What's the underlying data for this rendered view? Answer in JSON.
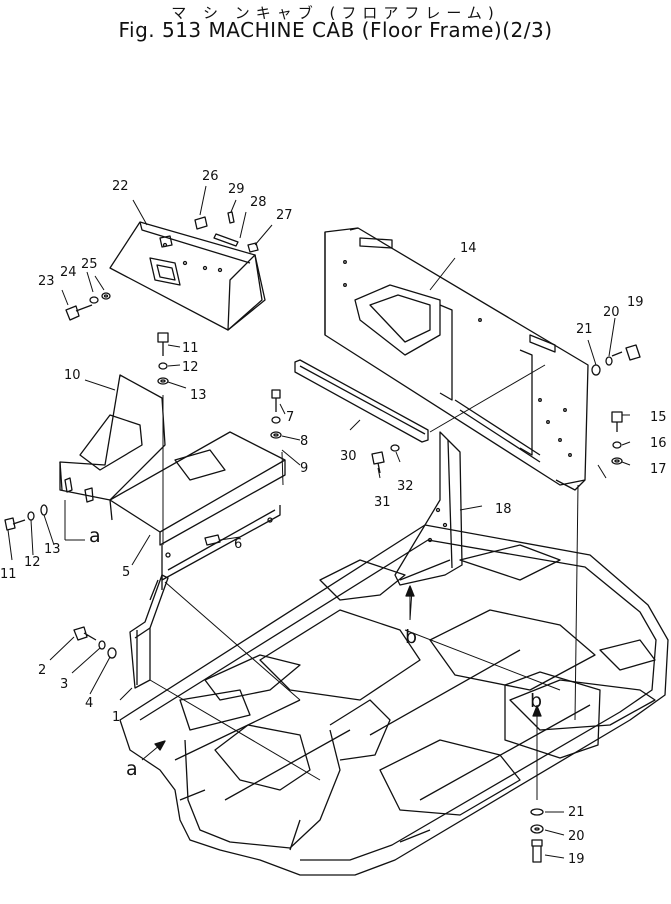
{
  "title": {
    "japanese": "マ シ ンキャブ (フロアフレーム)",
    "english": "Fig. 513 MACHINE CAB (Floor Frame)(2/3)"
  },
  "diagram": {
    "callouts": [
      {
        "id": "c1",
        "label": "1"
      },
      {
        "id": "c2",
        "label": "2"
      },
      {
        "id": "c3",
        "label": "3"
      },
      {
        "id": "c4",
        "label": "4"
      },
      {
        "id": "c5",
        "label": "5"
      },
      {
        "id": "c6",
        "label": "6"
      },
      {
        "id": "c7",
        "label": "7"
      },
      {
        "id": "c8",
        "label": "8"
      },
      {
        "id": "c9",
        "label": "9"
      },
      {
        "id": "c10",
        "label": "10"
      },
      {
        "id": "c11a",
        "label": "11"
      },
      {
        "id": "c11b",
        "label": "11"
      },
      {
        "id": "c12a",
        "label": "12"
      },
      {
        "id": "c12b",
        "label": "12"
      },
      {
        "id": "c13a",
        "label": "13"
      },
      {
        "id": "c13b",
        "label": "13"
      },
      {
        "id": "c14",
        "label": "14"
      },
      {
        "id": "c15",
        "label": "15"
      },
      {
        "id": "c16",
        "label": "16"
      },
      {
        "id": "c17",
        "label": "17"
      },
      {
        "id": "c18",
        "label": "18"
      },
      {
        "id": "c19a",
        "label": "19"
      },
      {
        "id": "c19b",
        "label": "19"
      },
      {
        "id": "c20a",
        "label": "20"
      },
      {
        "id": "c20b",
        "label": "20"
      },
      {
        "id": "c21a",
        "label": "21"
      },
      {
        "id": "c21b",
        "label": "21"
      },
      {
        "id": "c22",
        "label": "22"
      },
      {
        "id": "c23",
        "label": "23"
      },
      {
        "id": "c24",
        "label": "24"
      },
      {
        "id": "c25",
        "label": "25"
      },
      {
        "id": "c26",
        "label": "26"
      },
      {
        "id": "c27",
        "label": "27"
      },
      {
        "id": "c28",
        "label": "28"
      },
      {
        "id": "c29",
        "label": "29"
      },
      {
        "id": "c30",
        "label": "30"
      },
      {
        "id": "c31",
        "label": "31"
      },
      {
        "id": "c32",
        "label": "32"
      }
    ],
    "references": [
      {
        "id": "ra1",
        "label": "a"
      },
      {
        "id": "ra2",
        "label": "a"
      },
      {
        "id": "rb1",
        "label": "b"
      },
      {
        "id": "rb2",
        "label": "b"
      }
    ]
  }
}
